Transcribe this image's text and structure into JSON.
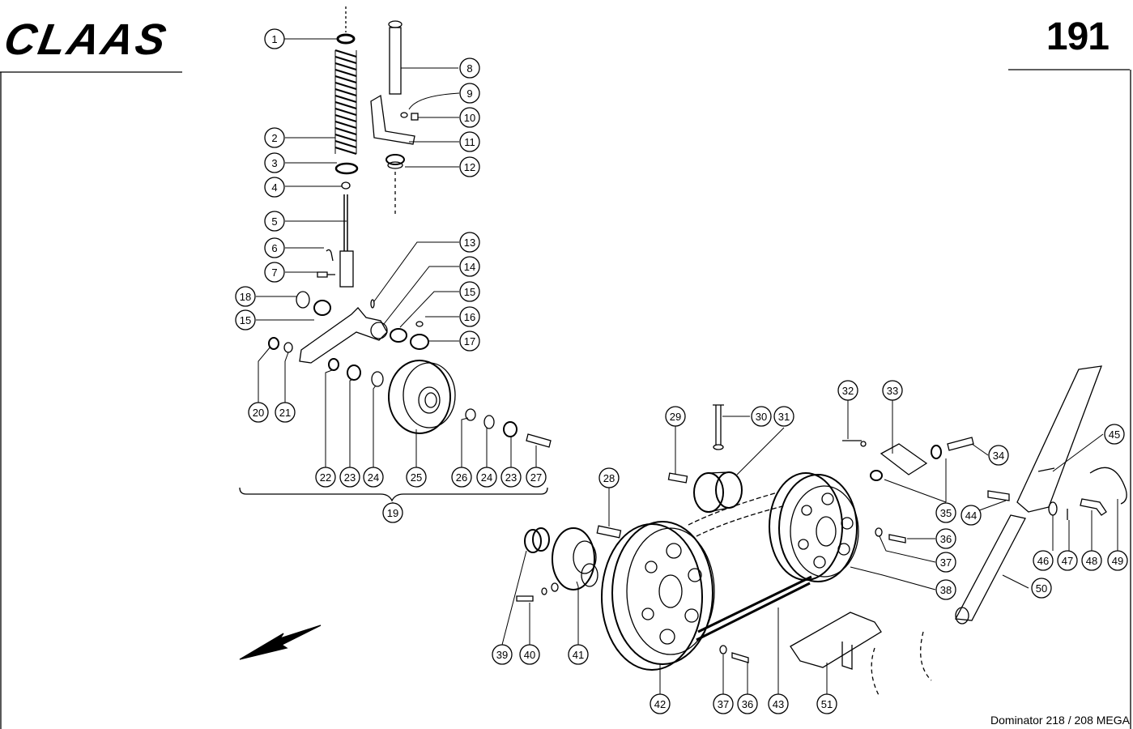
{
  "header": {
    "brand": "CLAAS",
    "page_number": "191"
  },
  "footer": {
    "model": "Dominator 218 / 208 MEGA"
  },
  "callouts": [
    "1",
    "2",
    "3",
    "4",
    "5",
    "6",
    "7",
    "8",
    "9",
    "10",
    "11",
    "12",
    "13",
    "14",
    "15",
    "15",
    "16",
    "17",
    "18",
    "19",
    "20",
    "21",
    "22",
    "23",
    "23",
    "24",
    "24",
    "25",
    "26",
    "27",
    "28",
    "29",
    "30",
    "31",
    "32",
    "33",
    "34",
    "35",
    "36",
    "36",
    "37",
    "37",
    "38",
    "39",
    "40",
    "41",
    "42",
    "43",
    "44",
    "45",
    "46",
    "47",
    "48",
    "49",
    "50",
    "51"
  ]
}
